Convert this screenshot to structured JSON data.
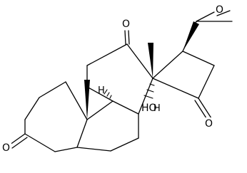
{
  "molecule": {
    "oxygen_labels": {
      "ketone_c3": "O",
      "ketone_c12": "O",
      "ketone_acetyl": "O",
      "ketone_c15": "O"
    },
    "hydroxyl_label": "HO",
    "hydrogen_labels": {
      "h9": "H",
      "h5": "H"
    }
  }
}
